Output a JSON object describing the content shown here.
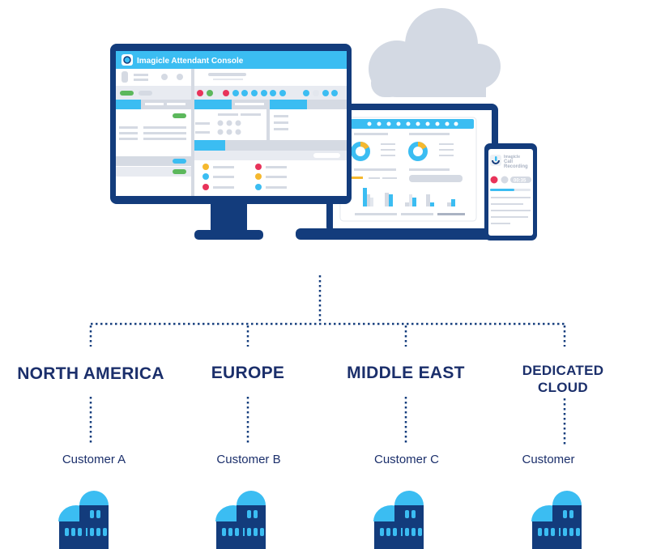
{
  "colors": {
    "navy": "#133c7c",
    "accent": "#3bbdf2",
    "gray": "#d5dae3",
    "cloud": "#d3d9e3",
    "green": "#5cb85c",
    "red": "#e8335a"
  },
  "monitor": {
    "app_title": "Imagicle Attendant Console"
  },
  "phone": {
    "brand": "Imagicle",
    "app_line1": "Call",
    "app_line2": "Recording",
    "timer": "00:35"
  },
  "regions": [
    {
      "label": "NORTH AMERICA",
      "customer": "Customer A"
    },
    {
      "label": "EUROPE",
      "customer": "Customer B"
    },
    {
      "label": "MIDDLE EAST",
      "customer": "Customer C"
    },
    {
      "label_line1": "DEDICATED",
      "label_line2": "CLOUD",
      "customer": "Customer"
    }
  ],
  "icons": [
    "cloud-icon",
    "monitor-icon",
    "laptop-icon",
    "phone-icon",
    "building-icon"
  ]
}
